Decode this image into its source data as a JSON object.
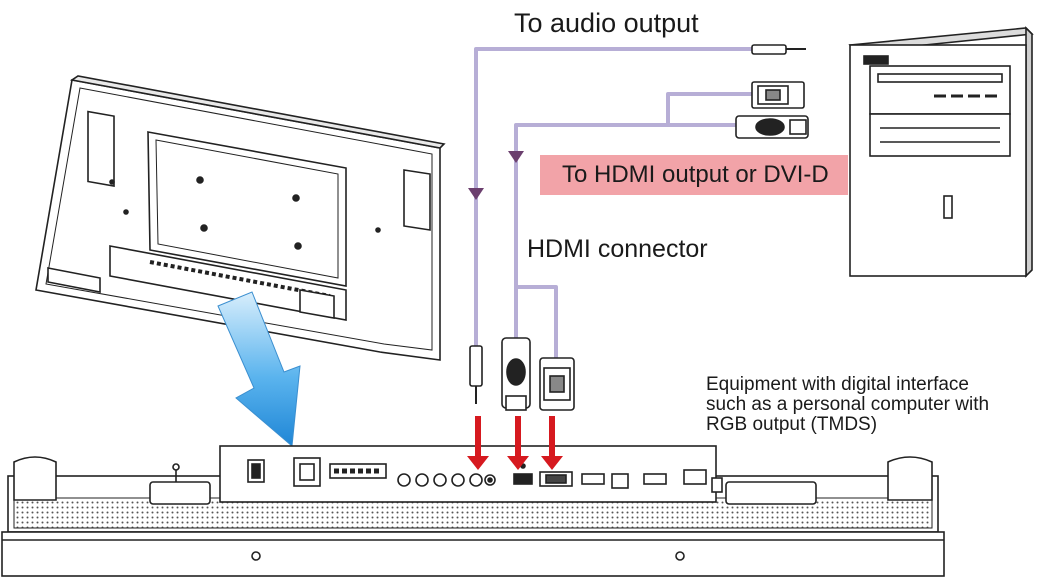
{
  "labels": {
    "audio_output": "To audio output",
    "hdmi_output": "To HDMI output or DVI-D",
    "hdmi_connector": "HDMI connector",
    "equipment_line1": "Equipment with digital interface",
    "equipment_line2": "such as a personal computer with",
    "equipment_line3": "RGB output (TMDS)"
  },
  "colors": {
    "cable": "#b7aed6",
    "cable_arrow": "#6b3f6e",
    "connect_arrow": "#d6191f",
    "highlight": "#f2a3a8",
    "view_arrow": "#2a8fd9",
    "outline": "#222222"
  }
}
